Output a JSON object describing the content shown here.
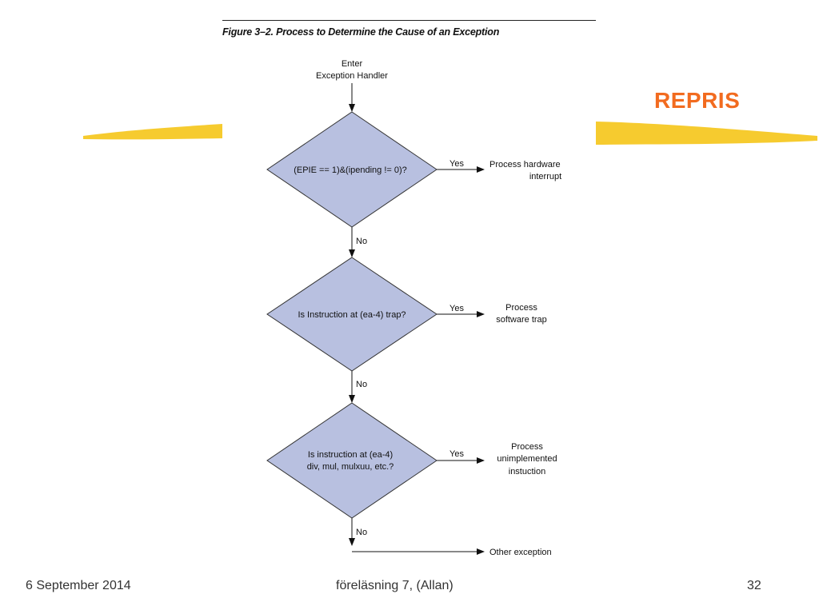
{
  "slide": {
    "figure_title": "Figure 3–2. Process to Determine the Cause of an Exception",
    "tag": "REPRIS",
    "colors": {
      "tag": "#f26b1f",
      "diamond_fill": "#b8c0e0",
      "brush": "#f5c518"
    }
  },
  "flowchart": {
    "start": [
      "Enter",
      "Exception Handler"
    ],
    "decisions": [
      {
        "condition": [
          "(EPIE == 1)&(ipending != 0)?"
        ],
        "yes_label": "Yes",
        "result": [
          "Process hardware",
          "interrupt"
        ],
        "no_label": "No"
      },
      {
        "condition": [
          "Is Instruction at (ea-4) trap?"
        ],
        "yes_label": "Yes",
        "result": [
          "Process",
          "software trap"
        ],
        "no_label": "No"
      },
      {
        "condition": [
          "Is instruction at (ea-4)",
          "div, mul, mulxuu, etc.?"
        ],
        "yes_label": "Yes",
        "result": [
          "Process",
          "unimplemented",
          "instuction"
        ],
        "no_label": "No"
      }
    ],
    "final": "Other exception"
  },
  "footer": {
    "date": "6 September 2014",
    "center": "föreläsning 7, (Allan)",
    "page": "32"
  }
}
